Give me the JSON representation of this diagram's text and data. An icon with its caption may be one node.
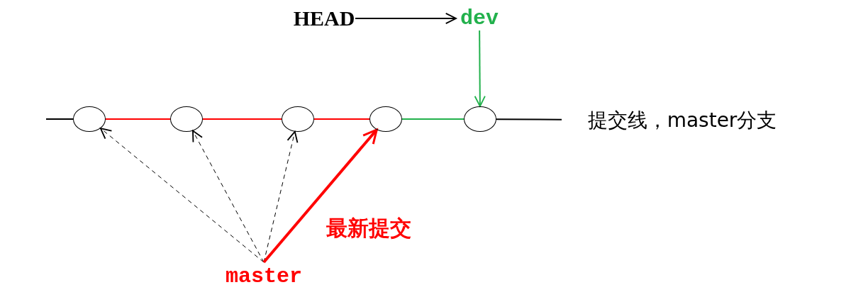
{
  "diagram": {
    "nodes": [
      {
        "text": [
          "HEAD"
        ]
      },
      {
        "text": [
          "dev"
        ]
      },
      {
        "text": [],
        "shape": "circle"
      },
      {
        "text": [],
        "shape": "circle"
      },
      {
        "text": [],
        "shape": "circle"
      },
      {
        "text": [],
        "shape": "circle"
      },
      {
        "text": [],
        "shape": "circle"
      },
      {
        "text": [
          "master"
        ]
      },
      {
        "text": [
          "提交线，master分支"
        ]
      }
    ],
    "edges": [
      {
        "from": null,
        "to": 2,
        "arrow": "none"
      },
      {
        "from": 2,
        "to": 3,
        "arrow": "none",
        "color": "#ff0000"
      },
      {
        "from": 3,
        "to": 4,
        "arrow": "none",
        "color": "#ff0000"
      },
      {
        "from": 4,
        "to": 5,
        "arrow": "none",
        "color": "#ff0000"
      },
      {
        "from": 5,
        "to": 6,
        "arrow": "none",
        "color": "#22b14c"
      },
      {
        "from": 6,
        "to": 8,
        "arrow": "none"
      },
      {
        "from": 0,
        "to": 1,
        "arrow": "to"
      },
      {
        "from": 1,
        "to": 6,
        "arrow": "to",
        "color": "#22b14c"
      },
      {
        "from": 7,
        "to": 2,
        "arrow": "to",
        "style": "dashed"
      },
      {
        "from": 7,
        "to": 3,
        "arrow": "to",
        "style": "dashed"
      },
      {
        "from": 7,
        "to": 4,
        "arrow": "to",
        "style": "dashed"
      },
      {
        "from": 7,
        "to": 5,
        "arrow": "to",
        "style": "thick",
        "color": "#ff0000",
        "label": "最新提交"
      }
    ]
  }
}
